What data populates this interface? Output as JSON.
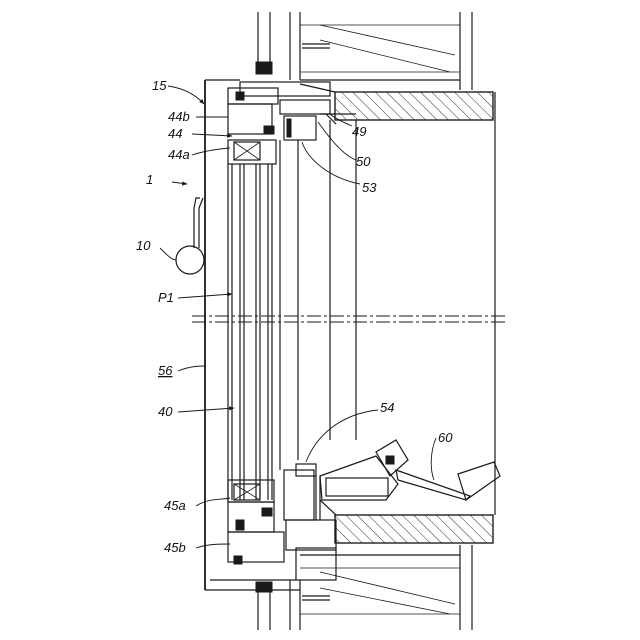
{
  "labels": {
    "l15": "15",
    "l44b": "44b",
    "l44": "44",
    "l44a": "44a",
    "l1": "1",
    "l10": "10",
    "lP1": "P1",
    "l56": "56",
    "l40": "40",
    "l45a": "45a",
    "l45b": "45b",
    "l49": "49",
    "l50": "50",
    "l53": "53",
    "l54": "54",
    "l60": "60"
  }
}
